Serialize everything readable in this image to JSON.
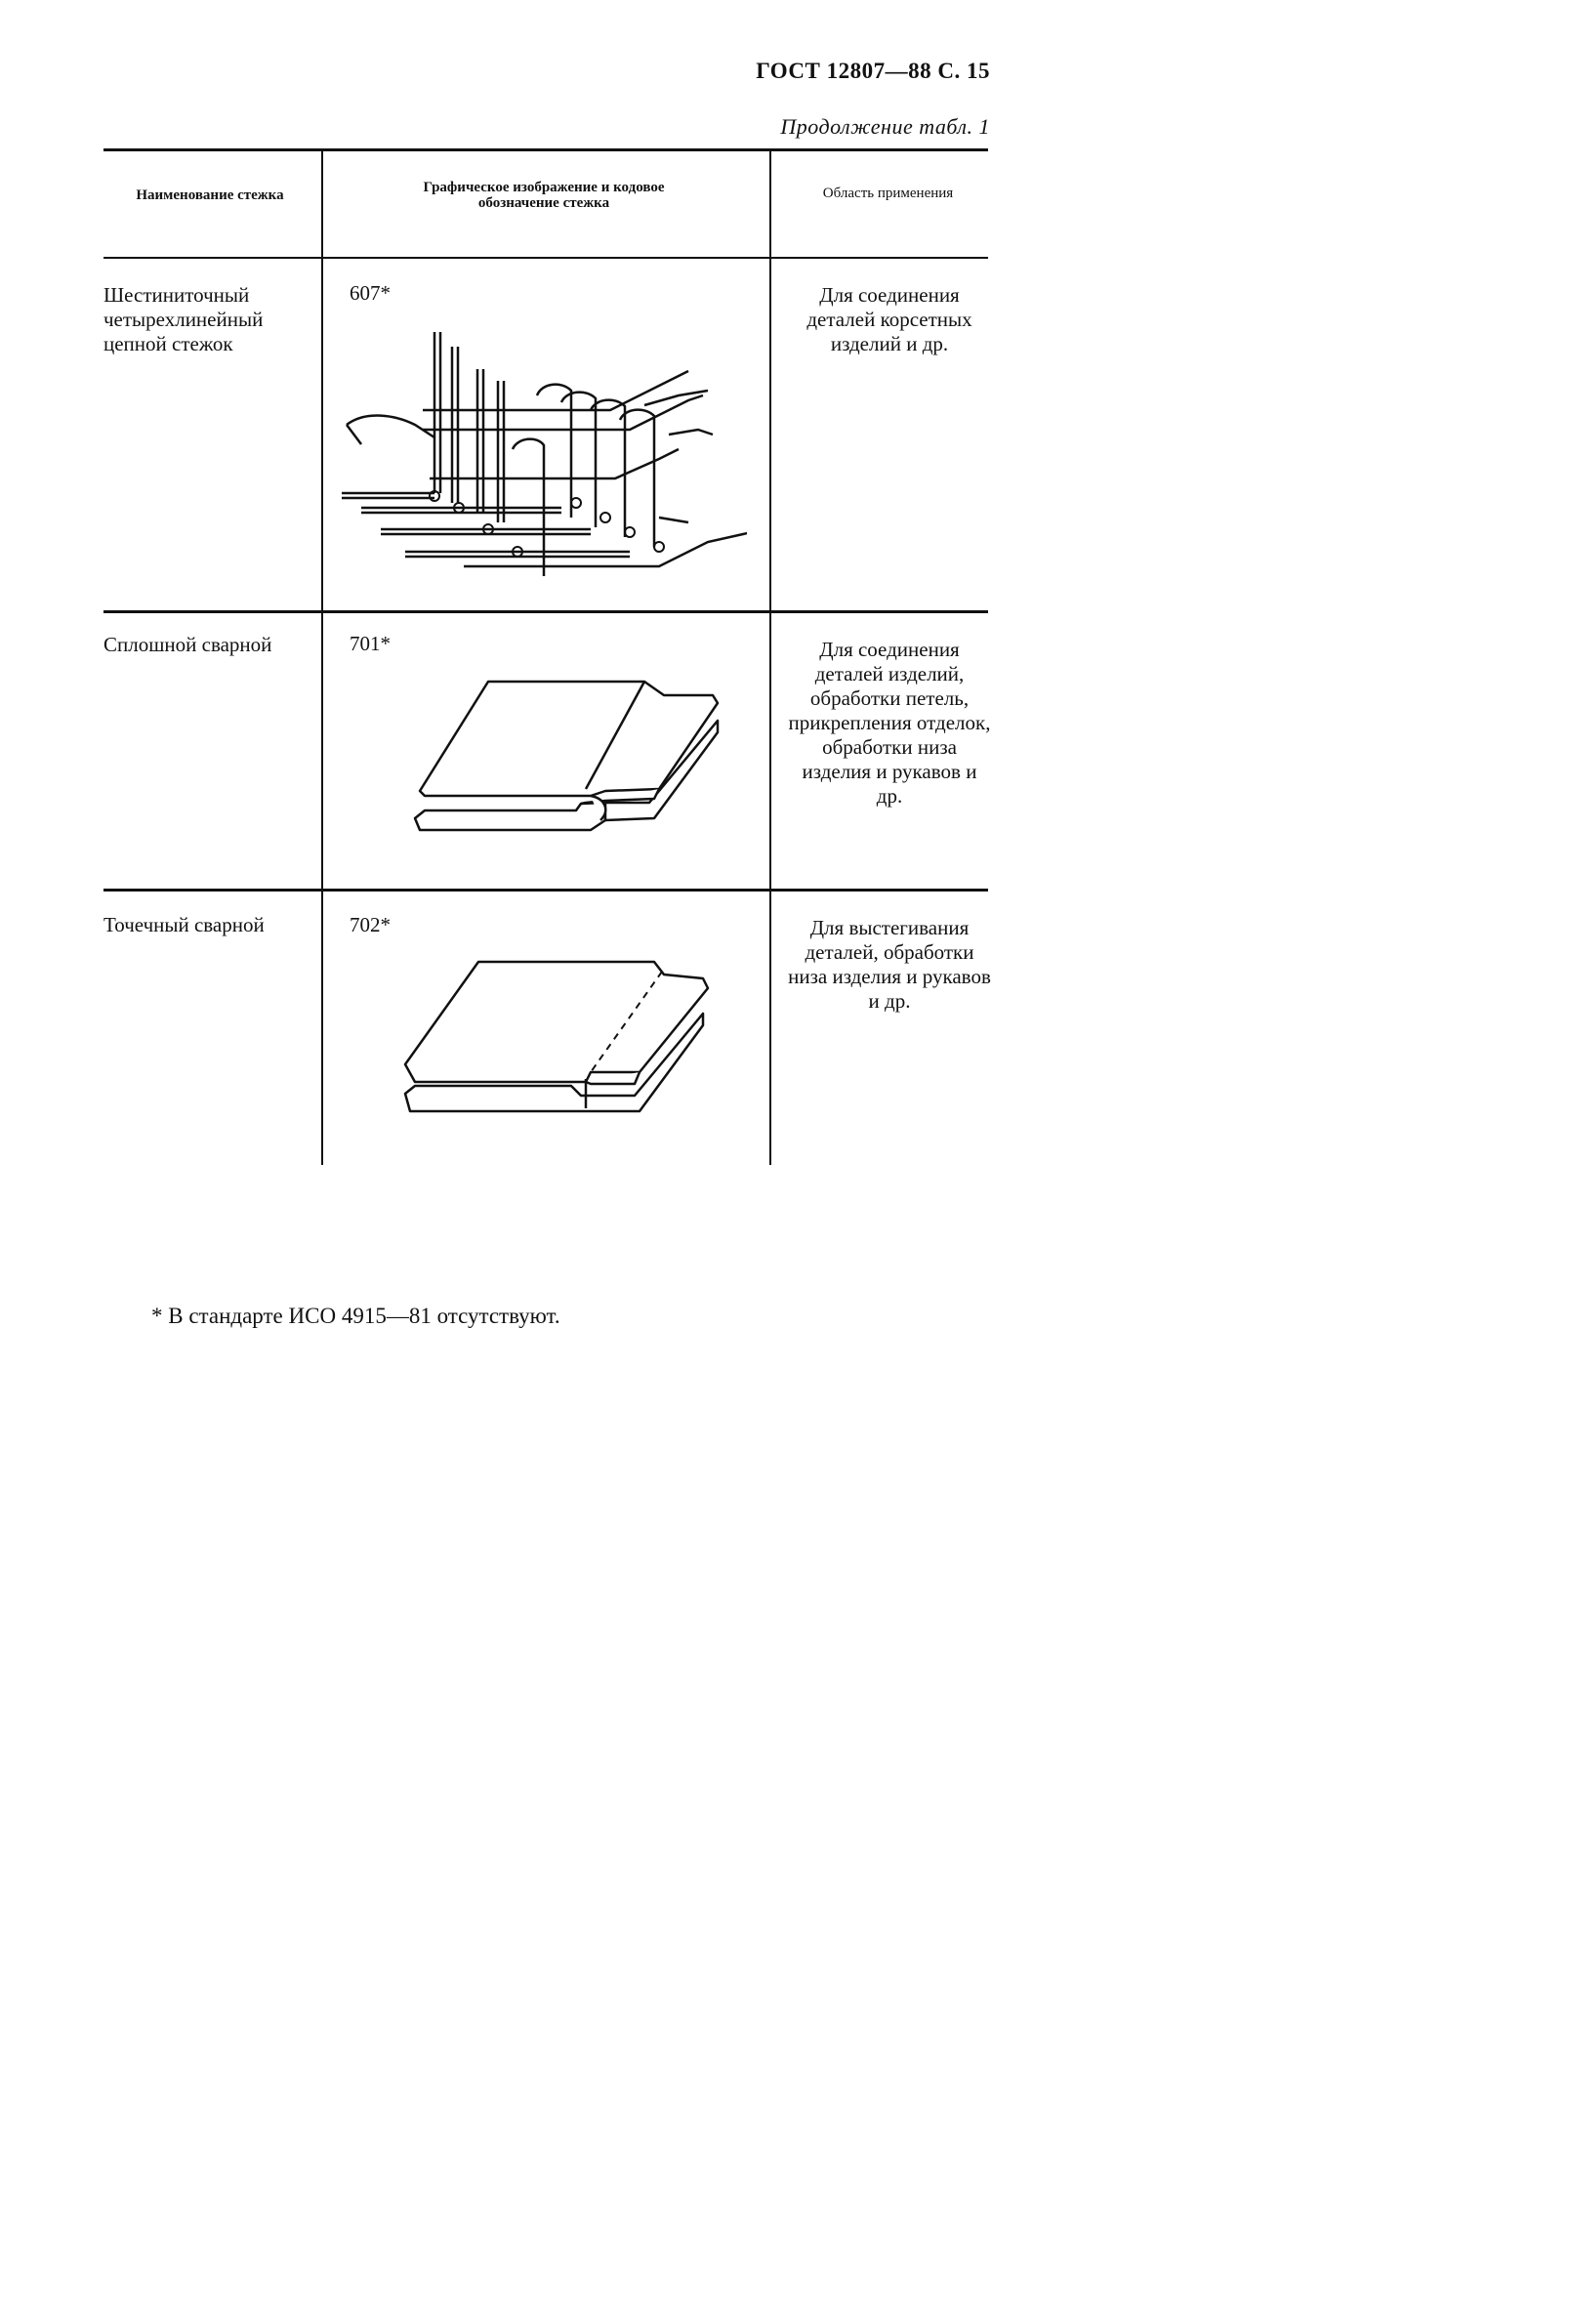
{
  "page": {
    "header": "ГОСТ 12807—88 С. 15",
    "continuation": "Продолжение табл. 1"
  },
  "table": {
    "columns": [
      "Наименование стежка",
      "Графическое изображение и кодовое обозначение стежка",
      "Область применения"
    ],
    "rows": [
      {
        "name": "Шестиниточный четырехлинейный цепной стежок",
        "code": "607*",
        "area": "Для соединения деталей корсетных изделий и др.",
        "image_icon": "six-thread-chain-stitch-diagram"
      },
      {
        "name": "Сплошной сварной",
        "code": "701*",
        "area": "Для соединения деталей изделий, обработки петель, прикрепления отделок, обработки низа изделия и рукавов и др.",
        "image_icon": "continuous-weld-seam-diagram"
      },
      {
        "name": "Точечный сварной",
        "code": "702*",
        "area": "Для выстегивания деталей, обработки низа изделия и рукавов и др.",
        "image_icon": "spot-weld-seam-diagram"
      }
    ]
  },
  "footnote": "* В стандарте ИСО 4915—81 отсутствуют."
}
